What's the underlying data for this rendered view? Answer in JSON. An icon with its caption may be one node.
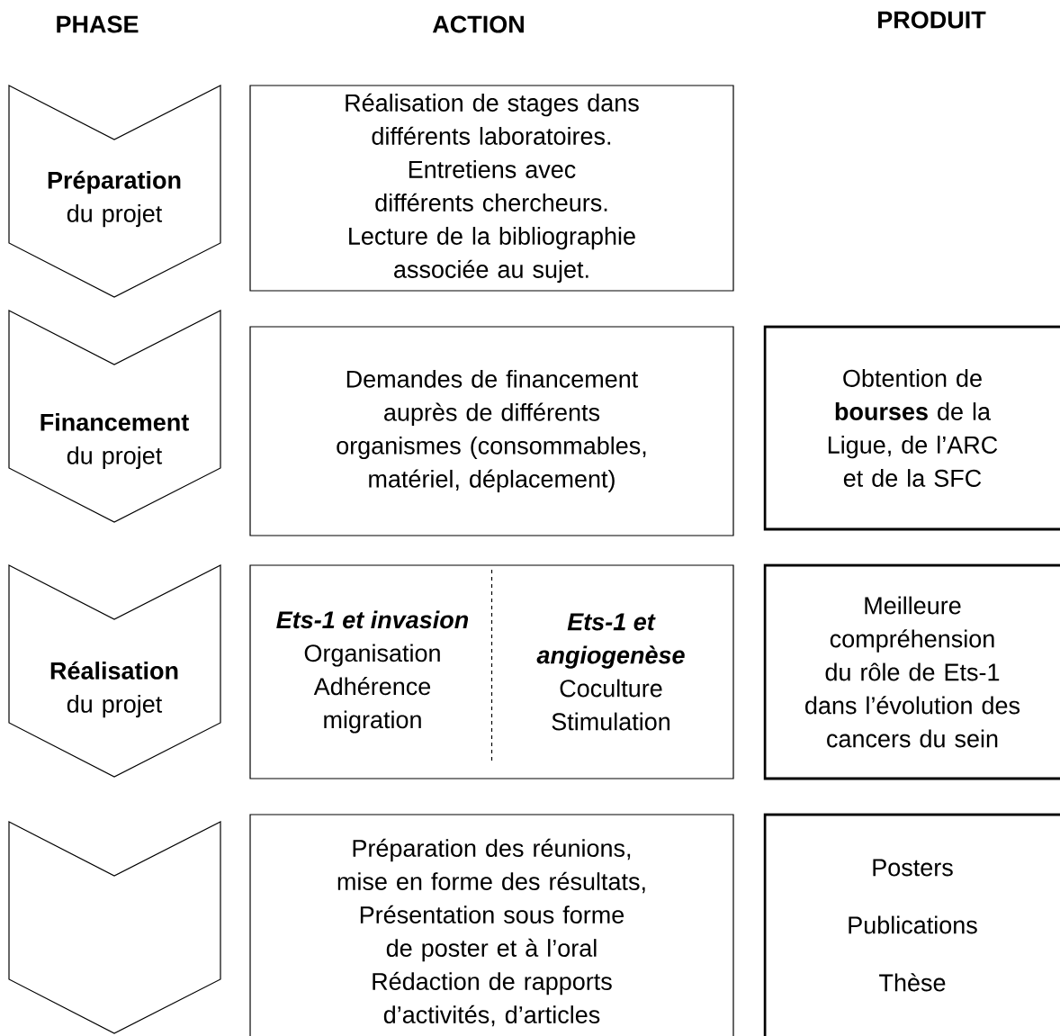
{
  "diagram": {
    "nodes": [
      {
        "text": [
          "Préparation",
          "du projet"
        ]
      },
      {
        "text": [
          "Réalisation de stages dans différents laboratoires.",
          "Entretiens avec différents chercheurs.",
          "Lecture de la bibliographie associée au sujet."
        ]
      },
      {
        "text": [
          "Financement",
          "du projet"
        ]
      },
      {
        "text": [
          "Demandes de financement auprès de différents organismes (consommables, matériel, déplacement)"
        ]
      },
      {
        "text": [
          "Obtention de **bourses** de la Ligue, de l’ARC et de la SFC"
        ]
      },
      {
        "text": [
          "Réalisation",
          "du projet"
        ]
      },
      {
        "text": [
          "Ets-1 et invasion",
          "Organisation",
          "Adhérence",
          "migration",
          "Ets-1 et angiogenèse",
          "Coculture",
          "Stimulation"
        ]
      },
      {
        "text": [
          "Meilleure compréhension du rôle de Ets-1 dans l’évolution des cancers du sein"
        ]
      },
      {
        "text": [],
        "shape": "chevron"
      },
      {
        "text": [
          "Préparation des réunions, mise en forme des résultats,",
          "Présentation sous forme de poster et à l’oral",
          "Rédaction de rapports d’activités, d’articles"
        ]
      },
      {
        "text": [
          "Posters",
          "Publications",
          "Thèse"
        ]
      }
    ],
    "labels": [
      "PHASE",
      "ACTION",
      "PRODUIT"
    ]
  }
}
